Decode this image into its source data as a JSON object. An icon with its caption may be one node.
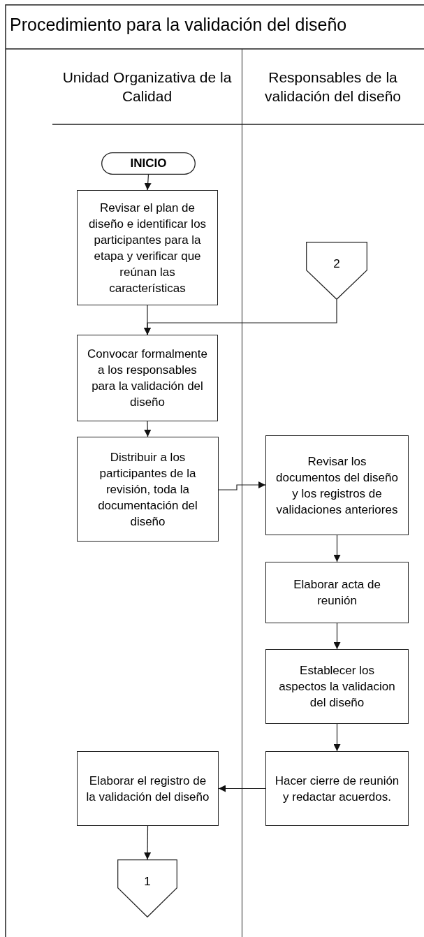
{
  "diagram": {
    "title": "Procedimiento para la validación del diseño",
    "nodes": [
      {
        "text": [
          "Unidad Organizativa de la Calidad"
        ]
      },
      {
        "text": [
          "Responsables de la validación del diseño"
        ]
      },
      {
        "text": [
          "INICIO"
        ],
        "in": 0
      },
      {
        "text": [
          "Revisar el plan de diseño e identificar los participantes para la etapa y verificar que reúnan las características"
        ],
        "in": 0
      },
      {
        "text": [
          "2"
        ],
        "in": 1
      },
      {
        "text": [
          "Convocar formalmente a los responsables para la validación del diseño"
        ],
        "in": 0
      },
      {
        "text": [
          "Distribuir a los participantes de la revisión, toda la documentación del diseño"
        ],
        "in": 0
      },
      {
        "text": [
          "Revisar los documentos del diseño y los registros de validaciones anteriores"
        ],
        "in": 1
      },
      {
        "text": [
          "Elaborar acta de reunión"
        ],
        "in": 1
      },
      {
        "text": [
          "Establecer los aspectos la validacion del diseño"
        ],
        "in": 1
      },
      {
        "text": [
          "Elaborar el registro de la validación del diseño"
        ],
        "in": 0
      },
      {
        "text": [
          "Hacer cierre de reunión y redactar acuerdos."
        ],
        "in": 1
      },
      {
        "text": [
          "1"
        ],
        "in": 0
      }
    ],
    "edges": [
      {
        "from": 2,
        "to": 3,
        "arrow": "to"
      },
      {
        "from": 3,
        "to": 5,
        "arrow": "to"
      },
      {
        "from": 4,
        "to": 5,
        "arrow": "to"
      },
      {
        "from": 5,
        "to": 6,
        "arrow": "to"
      },
      {
        "from": 6,
        "to": 7,
        "arrow": "to"
      },
      {
        "from": 7,
        "to": 8,
        "arrow": "to"
      },
      {
        "from": 8,
        "to": 9,
        "arrow": "to"
      },
      {
        "from": 9,
        "to": 11,
        "arrow": "to"
      },
      {
        "from": 11,
        "to": 10,
        "arrow": "to"
      },
      {
        "from": 10,
        "to": 12,
        "arrow": "to"
      }
    ]
  }
}
